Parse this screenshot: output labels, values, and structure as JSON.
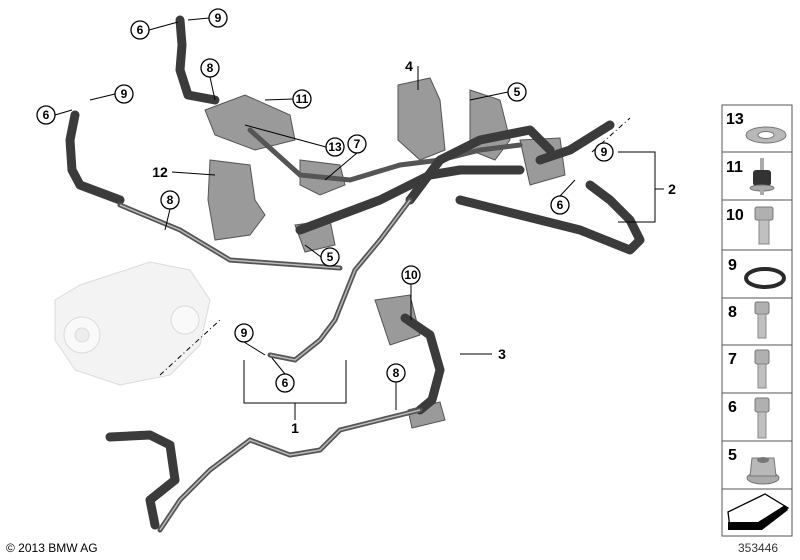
{
  "callouts_circled": [
    {
      "label": "6"
    },
    {
      "label": "9"
    },
    {
      "label": "8"
    },
    {
      "label": "11"
    },
    {
      "label": "6"
    },
    {
      "label": "9"
    },
    {
      "label": "13"
    },
    {
      "label": "7"
    },
    {
      "label": "8"
    },
    {
      "label": "5"
    },
    {
      "label": "5"
    },
    {
      "label": "9"
    },
    {
      "label": "6"
    },
    {
      "label": "10"
    },
    {
      "label": "9"
    },
    {
      "label": "6"
    },
    {
      "label": "8"
    }
  ],
  "callouts_bold": [
    {
      "label": "12"
    },
    {
      "label": "4"
    },
    {
      "label": "2"
    },
    {
      "label": "3"
    },
    {
      "label": "1"
    }
  ],
  "parts_panel": {
    "items": [
      {
        "number": "13",
        "part": "washer"
      },
      {
        "number": "11",
        "part": "rubber-mount"
      },
      {
        "number": "10",
        "part": "hex-bolt-flange"
      },
      {
        "number": "9",
        "part": "o-ring"
      },
      {
        "number": "8",
        "part": "hex-bolt"
      },
      {
        "number": "7",
        "part": "socket-head-screw"
      },
      {
        "number": "6",
        "part": "socket-head-screw"
      },
      {
        "number": "5",
        "part": "flange-nut"
      }
    ]
  },
  "copyright": "© 2013 BMW AG",
  "diagram_number": "353446",
  "colors": {
    "hose": "#3b3b3b",
    "metal": "#9a9a9a",
    "line": "#000000"
  }
}
